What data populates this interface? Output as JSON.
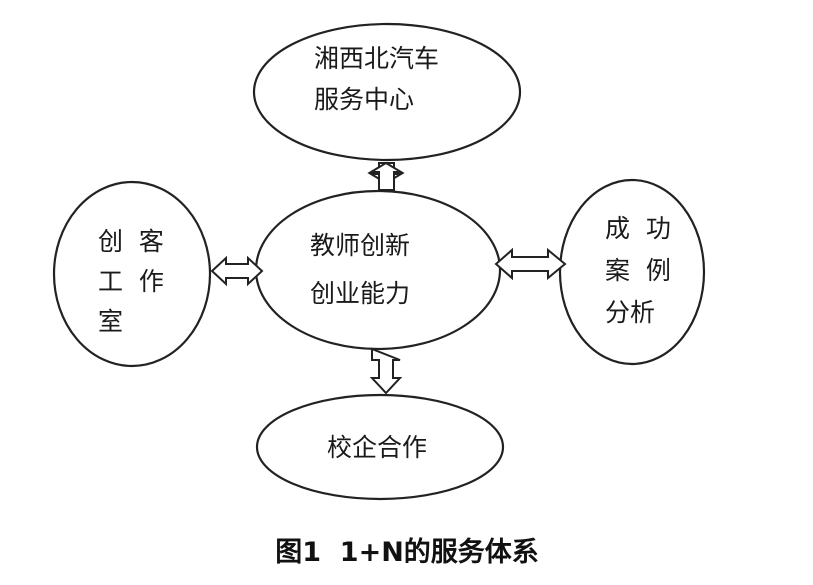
{
  "diagram": {
    "nodes": {
      "top": {
        "lines": [
          "湘西北汽车",
          "服务中心"
        ]
      },
      "center": {
        "lines": [
          "教师创新",
          "创业能力"
        ]
      },
      "left": {
        "lines": [
          "创  客",
          "工  作",
          "室"
        ]
      },
      "right": {
        "lines": [
          "成  功",
          "案  例",
          "分析"
        ]
      },
      "bottom": {
        "lines": [
          "校企合作"
        ]
      }
    },
    "connectors": [
      "top-center",
      "center-bottom",
      "left-center",
      "center-right"
    ],
    "colors": {
      "stroke": "#222222",
      "fill": "#ffffff",
      "text": "#1a1a1a"
    }
  },
  "caption": "图1  1+N的服务体系"
}
